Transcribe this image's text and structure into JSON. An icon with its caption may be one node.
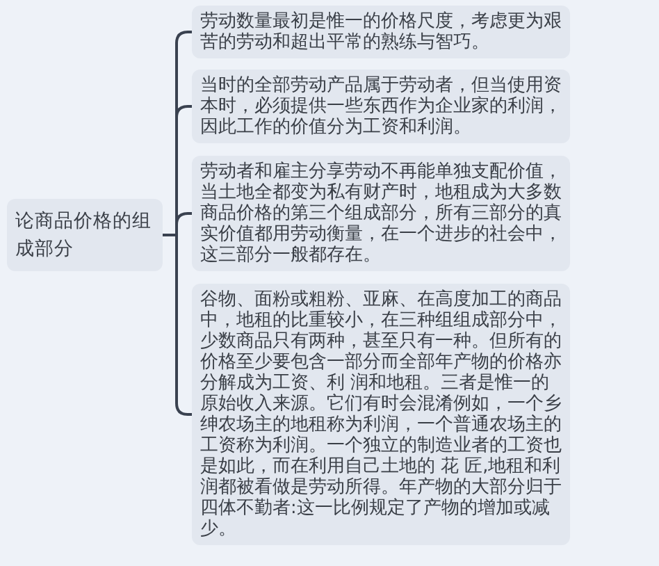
{
  "diagram": {
    "nodes": [
      {
        "text": [
          "论商品价格的组成部分"
        ]
      },
      {
        "text": [
          "劳动数量最初是惟一的价格尺度，考虑更为艰苦的劳动和超出平常的熟练与智巧。"
        ]
      },
      {
        "text": [
          "当时的全部劳动产品属于劳动者，但当使用资本时，必须提供一些东西作为企业家的利润，因此工作的价值分为工资和利润。"
        ]
      },
      {
        "text": [
          "劳动者和雇主分享劳动不再能单独支配价值，当土地全都变为私有财产时，地租成为大多数商品价格的第三个组成部分，所有三部分的真实价值都用劳动衡量，在一个进步的社会中，这三部分一般都存在。"
        ]
      },
      {
        "text": [
          "谷物、面粉或粗粉、亚麻、在高度加工的商品中，地租的比重较小，在三种组组成部分中，少数商品只有两种，甚至只有一种。但所有的价格至少要包含一部分而全部年产物的价格亦分解成为工资、利 润和地租。三者是惟一的原始收入来源。它们有时会混淆例如，一个乡绅农场主的地租称为利润，一个普通农场主的工资称为利润。一个独立的制造业者的工资也是如此，而在利用自己土地的 花 匠,地租和利润都被看做是劳动所得。年产物的大部分归于四体不勤者:这一比例规定了产物的增加或减少。"
        ]
      }
    ],
    "edges": [
      {
        "from": 0,
        "to": 1,
        "arrow": "none"
      },
      {
        "from": 0,
        "to": 2,
        "arrow": "none"
      },
      {
        "from": 0,
        "to": 3,
        "arrow": "none"
      },
      {
        "from": 0,
        "to": 4,
        "arrow": "none"
      }
    ]
  }
}
